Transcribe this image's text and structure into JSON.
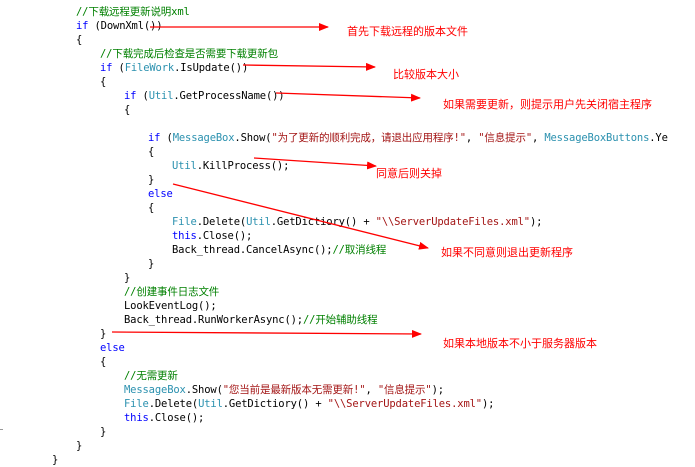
{
  "colors": {
    "keyword": "#0000ff",
    "type": "#2b91af",
    "string": "#a31515",
    "comment": "#008000",
    "annotation": "#ff0000",
    "text": "#000000"
  },
  "code": {
    "lines": [
      {
        "indent": 0,
        "tokens": [
          {
            "c": "cm",
            "t": "//下载远程更新说明xml"
          }
        ]
      },
      {
        "indent": 0,
        "tokens": [
          {
            "c": "kw",
            "t": "if"
          },
          {
            "c": "",
            "t": " (DownXml())"
          }
        ]
      },
      {
        "indent": 0,
        "tokens": [
          {
            "c": "",
            "t": "{"
          }
        ]
      },
      {
        "indent": 1,
        "tokens": [
          {
            "c": "cm",
            "t": "//下载完成后检查是否需要下载更新包"
          }
        ]
      },
      {
        "indent": 1,
        "tokens": [
          {
            "c": "kw",
            "t": "if"
          },
          {
            "c": "",
            "t": " ("
          },
          {
            "c": "ty",
            "t": "FileWork"
          },
          {
            "c": "",
            "t": ".IsUpdate())"
          }
        ]
      },
      {
        "indent": 1,
        "tokens": [
          {
            "c": "",
            "t": "{"
          }
        ]
      },
      {
        "indent": 2,
        "tokens": [
          {
            "c": "kw",
            "t": "if"
          },
          {
            "c": "",
            "t": " ("
          },
          {
            "c": "ty",
            "t": "Util"
          },
          {
            "c": "",
            "t": ".GetProcessName())"
          }
        ]
      },
      {
        "indent": 2,
        "tokens": [
          {
            "c": "",
            "t": "{"
          }
        ]
      },
      {
        "indent": 2,
        "tokens": [
          {
            "c": "",
            "t": ""
          }
        ]
      },
      {
        "indent": 3,
        "tokens": [
          {
            "c": "kw",
            "t": "if"
          },
          {
            "c": "",
            "t": " ("
          },
          {
            "c": "ty",
            "t": "MessageBox"
          },
          {
            "c": "",
            "t": ".Show("
          },
          {
            "c": "str",
            "t": "\"为了更新的顺利完成，请退出应用程序!\""
          },
          {
            "c": "",
            "t": ", "
          },
          {
            "c": "str",
            "t": "\"信息提示\""
          },
          {
            "c": "",
            "t": ", "
          },
          {
            "c": "ty",
            "t": "MessageBoxButtons"
          },
          {
            "c": "",
            "t": ".Ye"
          }
        ]
      },
      {
        "indent": 3,
        "tokens": [
          {
            "c": "",
            "t": "{"
          }
        ]
      },
      {
        "indent": 4,
        "tokens": [
          {
            "c": "ty",
            "t": "Util"
          },
          {
            "c": "",
            "t": ".KillProcess();"
          }
        ]
      },
      {
        "indent": 3,
        "tokens": [
          {
            "c": "",
            "t": "}"
          }
        ]
      },
      {
        "indent": 3,
        "tokens": [
          {
            "c": "kw",
            "t": "else"
          }
        ]
      },
      {
        "indent": 3,
        "tokens": [
          {
            "c": "",
            "t": "{"
          }
        ]
      },
      {
        "indent": 4,
        "tokens": [
          {
            "c": "ty",
            "t": "File"
          },
          {
            "c": "",
            "t": ".Delete("
          },
          {
            "c": "ty",
            "t": "Util"
          },
          {
            "c": "",
            "t": ".GetDictiory() + "
          },
          {
            "c": "str",
            "t": "\"\\\\ServerUpdateFiles.xml\""
          },
          {
            "c": "",
            "t": ");"
          }
        ]
      },
      {
        "indent": 4,
        "tokens": [
          {
            "c": "kw",
            "t": "this"
          },
          {
            "c": "",
            "t": ".Close();"
          }
        ]
      },
      {
        "indent": 4,
        "tokens": [
          {
            "c": "",
            "t": "Back_thread.CancelAsync();"
          },
          {
            "c": "cm",
            "t": "//取消线程"
          }
        ]
      },
      {
        "indent": 3,
        "tokens": [
          {
            "c": "",
            "t": "}"
          }
        ]
      },
      {
        "indent": 2,
        "tokens": [
          {
            "c": "",
            "t": "}"
          }
        ]
      },
      {
        "indent": 2,
        "tokens": [
          {
            "c": "cm",
            "t": "//创建事件日志文件"
          }
        ]
      },
      {
        "indent": 2,
        "tokens": [
          {
            "c": "",
            "t": "LookEventLog();"
          }
        ]
      },
      {
        "indent": 2,
        "tokens": [
          {
            "c": "",
            "t": "Back_thread.RunWorkerAsync();"
          },
          {
            "c": "cm",
            "t": "//开始辅助线程"
          }
        ]
      },
      {
        "indent": 1,
        "tokens": [
          {
            "c": "",
            "t": "}"
          }
        ]
      },
      {
        "indent": 1,
        "tokens": [
          {
            "c": "kw",
            "t": "else"
          }
        ]
      },
      {
        "indent": 1,
        "tokens": [
          {
            "c": "",
            "t": "{"
          }
        ]
      },
      {
        "indent": 2,
        "tokens": [
          {
            "c": "cm",
            "t": "//无需更新"
          }
        ]
      },
      {
        "indent": 2,
        "tokens": [
          {
            "c": "ty",
            "t": "MessageBox"
          },
          {
            "c": "",
            "t": ".Show("
          },
          {
            "c": "str",
            "t": "\"您当前是最新版本无需更新!\""
          },
          {
            "c": "",
            "t": ", "
          },
          {
            "c": "str",
            "t": "\"信息提示\""
          },
          {
            "c": "",
            "t": ");"
          }
        ]
      },
      {
        "indent": 2,
        "tokens": [
          {
            "c": "ty",
            "t": "File"
          },
          {
            "c": "",
            "t": ".Delete("
          },
          {
            "c": "ty",
            "t": "Util"
          },
          {
            "c": "",
            "t": ".GetDictiory() + "
          },
          {
            "c": "str",
            "t": "\"\\\\ServerUpdateFiles.xml\""
          },
          {
            "c": "",
            "t": ");"
          }
        ]
      },
      {
        "indent": 2,
        "tokens": [
          {
            "c": "kw",
            "t": "this"
          },
          {
            "c": "",
            "t": ".Close();"
          }
        ]
      },
      {
        "indent": 1,
        "tokens": [
          {
            "c": "",
            "t": "}"
          }
        ]
      },
      {
        "indent": 0,
        "tokens": [
          {
            "c": "",
            "t": "}"
          }
        ]
      },
      {
        "indent": -1,
        "tokens": [
          {
            "c": "",
            "t": "}"
          }
        ]
      }
    ]
  },
  "annotations": [
    {
      "id": "download-remote-version",
      "text": "首先下载远程的版本文件"
    },
    {
      "id": "compare-version",
      "text": "比较版本大小"
    },
    {
      "id": "prompt-close-host",
      "text": "如果需要更新，则提示用户先关闭宿主程序"
    },
    {
      "id": "agree-kill",
      "text": "同意后则关掉"
    },
    {
      "id": "disagree-exit",
      "text": "如果不同意则退出更新程序"
    },
    {
      "id": "local-not-older",
      "text": "如果本地版本不小于服务器版本"
    }
  ]
}
